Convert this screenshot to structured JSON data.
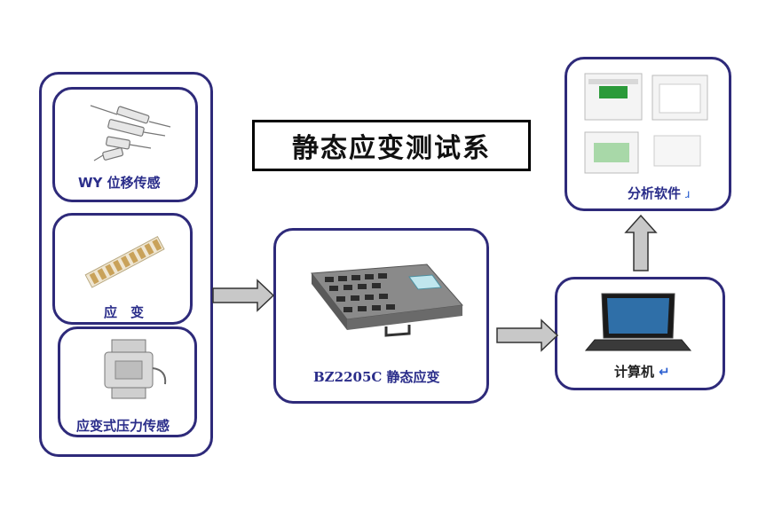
{
  "title": "静态应变测试系",
  "sensors": {
    "displacement_label": "WY 位移传感",
    "strain_label": "应　变",
    "pressure_label": "应变式压力传感"
  },
  "instrument_label": "BZ2205C 静态应变",
  "computer_label": "计算机",
  "computer_mark": "↵",
  "software_label": "分析软件",
  "software_mark": "ɹ",
  "colors": {
    "border": "#2e2a7a",
    "label": "#2a2d8a",
    "arrow_fill": "#c8c8c8"
  }
}
